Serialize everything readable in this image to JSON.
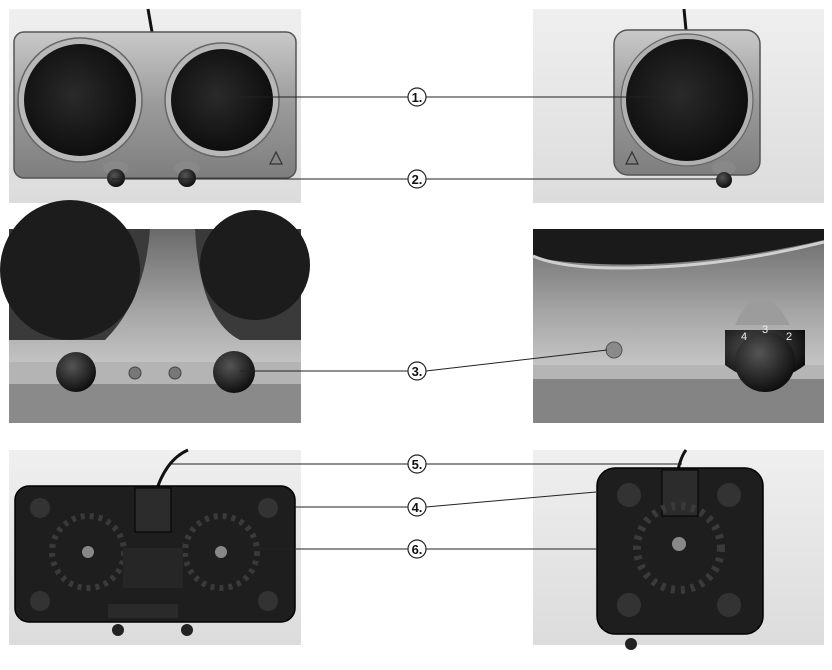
{
  "callouts": [
    {
      "label": "1."
    },
    {
      "label": "2."
    },
    {
      "label": "3."
    },
    {
      "label": "5."
    },
    {
      "label": "4."
    },
    {
      "label": "6."
    }
  ],
  "photos": {
    "double_top": "double-hotplate-top-photo",
    "single_top": "single-hotplate-top-photo",
    "double_front": "double-hotplate-front-closeup-photo",
    "single_front": "single-hotplate-knob-closeup-photo",
    "double_bottom": "double-hotplate-underside-photo",
    "single_bottom": "single-hotplate-underside-photo"
  },
  "knob_numbers": [
    "4",
    "3",
    "2"
  ],
  "colors": {
    "steel": "#9c9c9c",
    "plate": "#181818",
    "background": "#e6e6e6",
    "line": "#222222"
  }
}
